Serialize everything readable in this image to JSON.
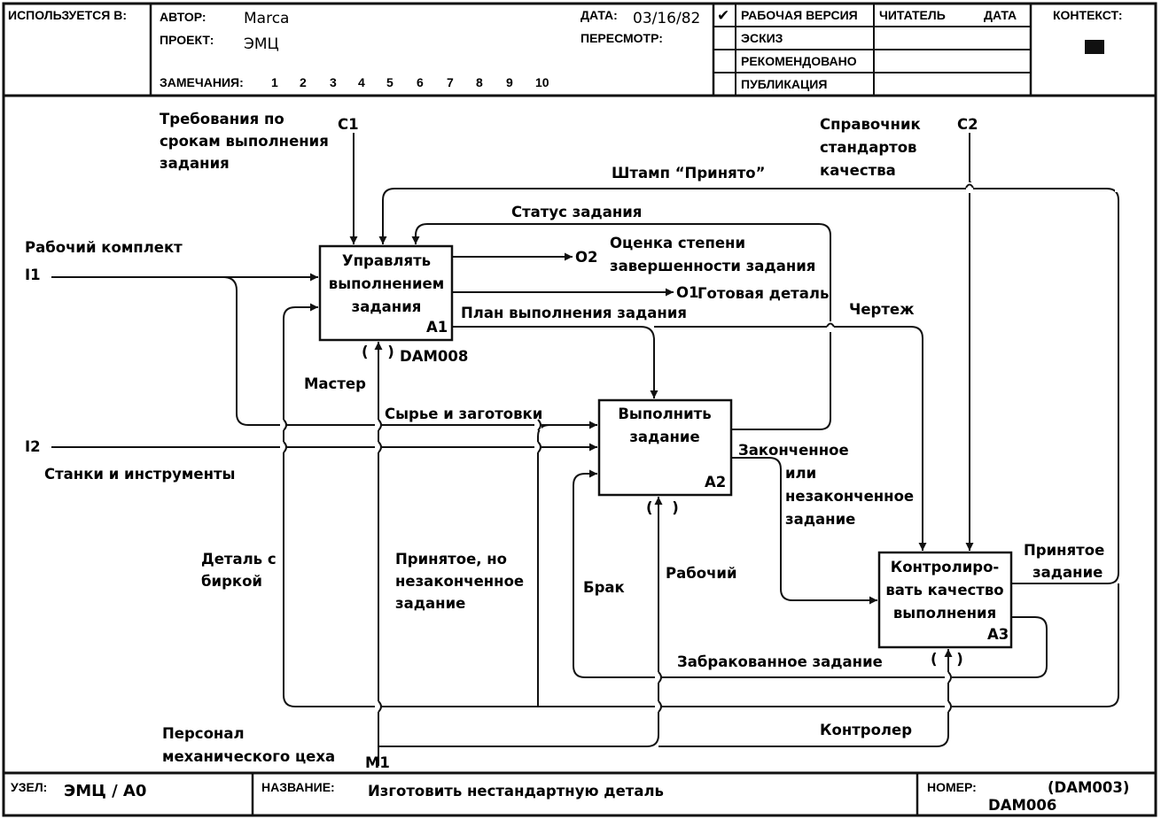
{
  "header": {
    "used_in_label": "ИСПОЛЬЗУЕТСЯ В:",
    "author_label": "АВТОР:",
    "author": "Marca",
    "project_label": "ПРОЕКТ:",
    "project": "ЭМЦ",
    "notes_label": "ЗАМЕЧАНИЯ:",
    "notes": [
      "1",
      "2",
      "3",
      "4",
      "5",
      "6",
      "7",
      "8",
      "9",
      "10"
    ],
    "date_label": "ДАТА:",
    "date": "03/16/82",
    "revision_label": "ПЕРЕСМОТР:",
    "check_mark": "✔",
    "status": [
      "РАБОЧАЯ ВЕРСИЯ",
      "ЭСКИЗ",
      "РЕКОМЕНДОВАНО",
      "ПУБЛИКАЦИЯ"
    ],
    "reader_label": "ЧИТАТЕЛЬ",
    "reader_date_label": "ДАТА",
    "context_label": "КОНТЕКСТ:"
  },
  "boxes": {
    "a1": {
      "lines": [
        "Управлять",
        "выполнением",
        "задания"
      ],
      "id": "A1",
      "ref": "DAM008"
    },
    "a2": {
      "lines": [
        "Выполнить",
        "задание"
      ],
      "id": "A2"
    },
    "a3": {
      "lines": [
        "Контролиро-",
        "вать качество",
        "выполнения"
      ],
      "id": "A3"
    }
  },
  "tunnel_mark": "( )",
  "codes": {
    "c1": "C1",
    "c2": "C2",
    "i1": "I1",
    "i2": "I2",
    "o1": "O1",
    "o2": "O2",
    "m1": "M1"
  },
  "labels": {
    "c1": [
      "Требования по",
      "срокам выполнения",
      "задания"
    ],
    "c2": [
      "Справочник",
      "стандартов",
      "качества"
    ],
    "stamp": "Штамп “Принято”",
    "status": "Статус задания",
    "i1": "Рабочий комплект",
    "o2": [
      "Оценка степени",
      "завершенности задания"
    ],
    "o1": "Готовая деталь",
    "plan": "План выполнения задания",
    "drawing": "Чертеж",
    "master": "Мастер",
    "raw": "Сырье и заготовки",
    "i2": "Станки и инструменты",
    "finished": [
      "Законченное",
      "или",
      "незаконченное",
      "задание"
    ],
    "accepted_task": [
      "Принятое",
      "задание"
    ],
    "tagged": [
      "Деталь с",
      "биркой"
    ],
    "accepted_unfinished": [
      "Принятое, но",
      "незаконченное",
      "задание"
    ],
    "defect": "Брак",
    "worker": "Рабочий",
    "rejected": "Забракованное задание",
    "personnel": [
      "Персонал",
      "механического цеха"
    ],
    "controller": "Контролер"
  },
  "footer": {
    "node_label": "УЗЕЛ:",
    "node": "ЭМЦ / А0",
    "title_label": "НАЗВАНИЕ:",
    "title": "Изготовить нестандартную деталь",
    "number_label": "НОМЕР:",
    "number": "(DAM003)",
    "number2": "DAM006"
  }
}
